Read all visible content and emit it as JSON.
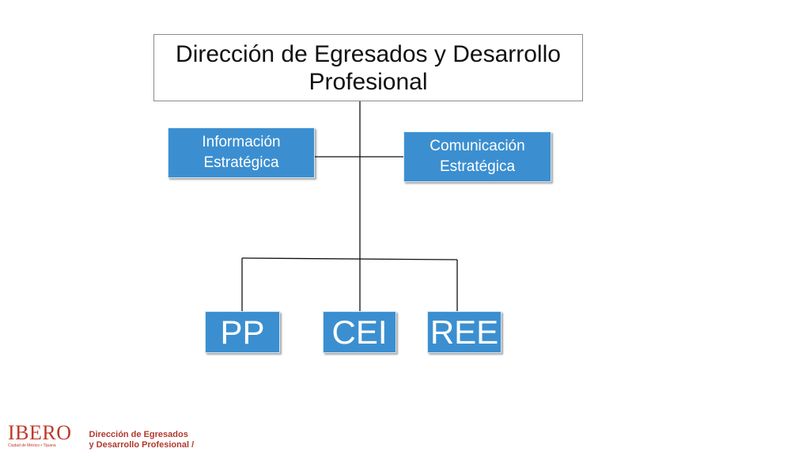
{
  "diagram": {
    "root": {
      "line1": "Dirección de Egresados y Desarrollo",
      "line2": "Profesional"
    },
    "left_side": {
      "line1": "Información",
      "line2": "Estratégica"
    },
    "right_side": {
      "line1": "Comunicación",
      "line2": "Estratégica"
    },
    "children": [
      "PP",
      "CEI",
      "REE"
    ]
  },
  "footer": {
    "logo_word": "IBERO",
    "logo_sub": "Ciudad de México • Tijuana",
    "text_line1": "Dirección de Egresados",
    "text_line2": "y Desarrollo Profesional /"
  },
  "colors": {
    "node_fill": "#3b8fd0",
    "brand_red": "#c0392b",
    "connector": "#111111"
  }
}
